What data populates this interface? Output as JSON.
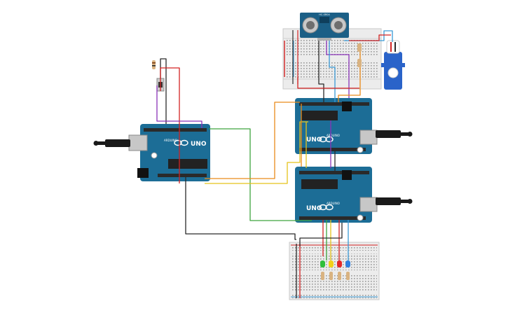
{
  "board_labels": {
    "uno": "UNO",
    "arduino": "ARDUINO",
    "sensor": "HC-SR04"
  },
  "colors": {
    "board": "#1c6d96",
    "board_dark": "#145470",
    "breadboard": "#ececec",
    "wire_black": "#2a2a2a",
    "wire_red": "#d32222",
    "wire_purple": "#8a33b8",
    "wire_green": "#3fa43f",
    "wire_orange": "#e98a1a",
    "wire_yellow": "#e5c21a",
    "wire_blue": "#3a9ad6",
    "led_green": "#2fbf3a",
    "led_yellow": "#f2d21a",
    "led_red": "#e22828",
    "led_blue": "#2d7fe0",
    "sensor": "#1b5f86",
    "servo": "#2a63c9"
  },
  "icons": [
    "usb-plug-icon",
    "dc-jack-icon",
    "ic-chip-icon",
    "infinity-logo-icon",
    "reset-button-icon"
  ]
}
